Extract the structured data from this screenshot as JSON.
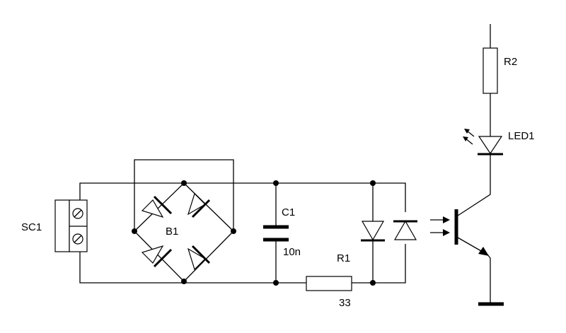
{
  "labels": {
    "connector": "SC1",
    "bridge": "B1",
    "capacitor_ref": "C1",
    "capacitor_value": "10n",
    "resistor1_ref": "R1",
    "resistor1_value": "33",
    "resistor2_ref": "R2",
    "led_ref": "LED1"
  }
}
